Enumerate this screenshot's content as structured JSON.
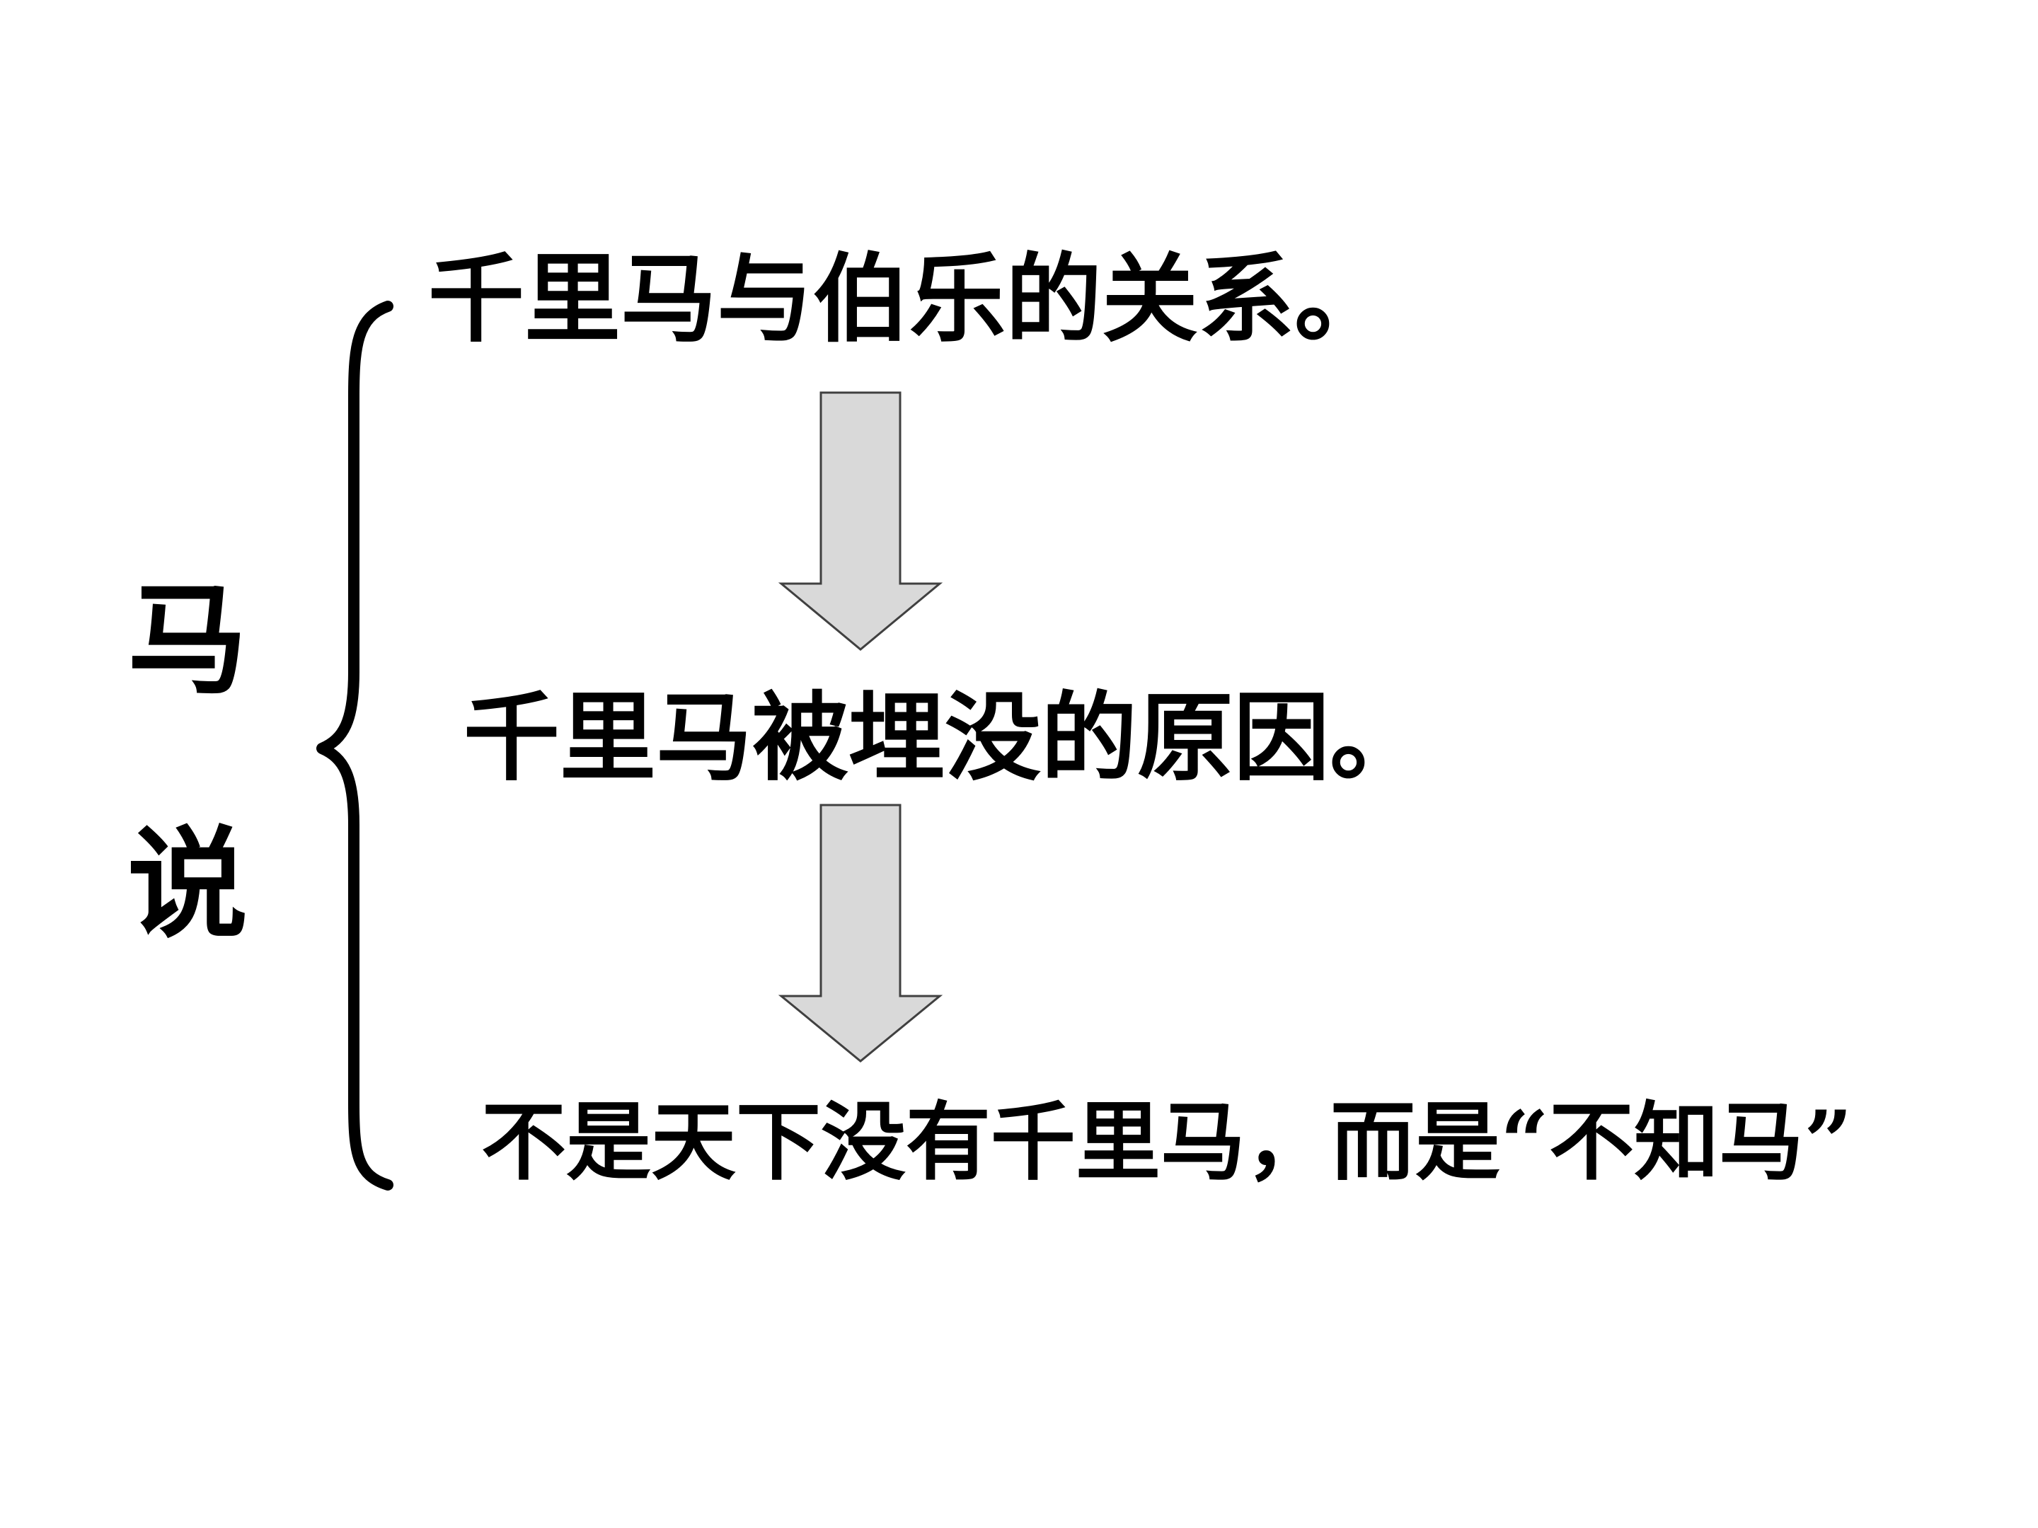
{
  "title": {
    "char1": "马",
    "char2": "说"
  },
  "flow": {
    "step1": "千里马与伯乐的关系。",
    "step2": "千里马被埋没的原因。",
    "step3": "不是天下没有千里马，而是“不知马”"
  },
  "colors": {
    "arrow_fill": "#d9d9d9",
    "arrow_stroke": "#404040",
    "text": "#000000"
  }
}
